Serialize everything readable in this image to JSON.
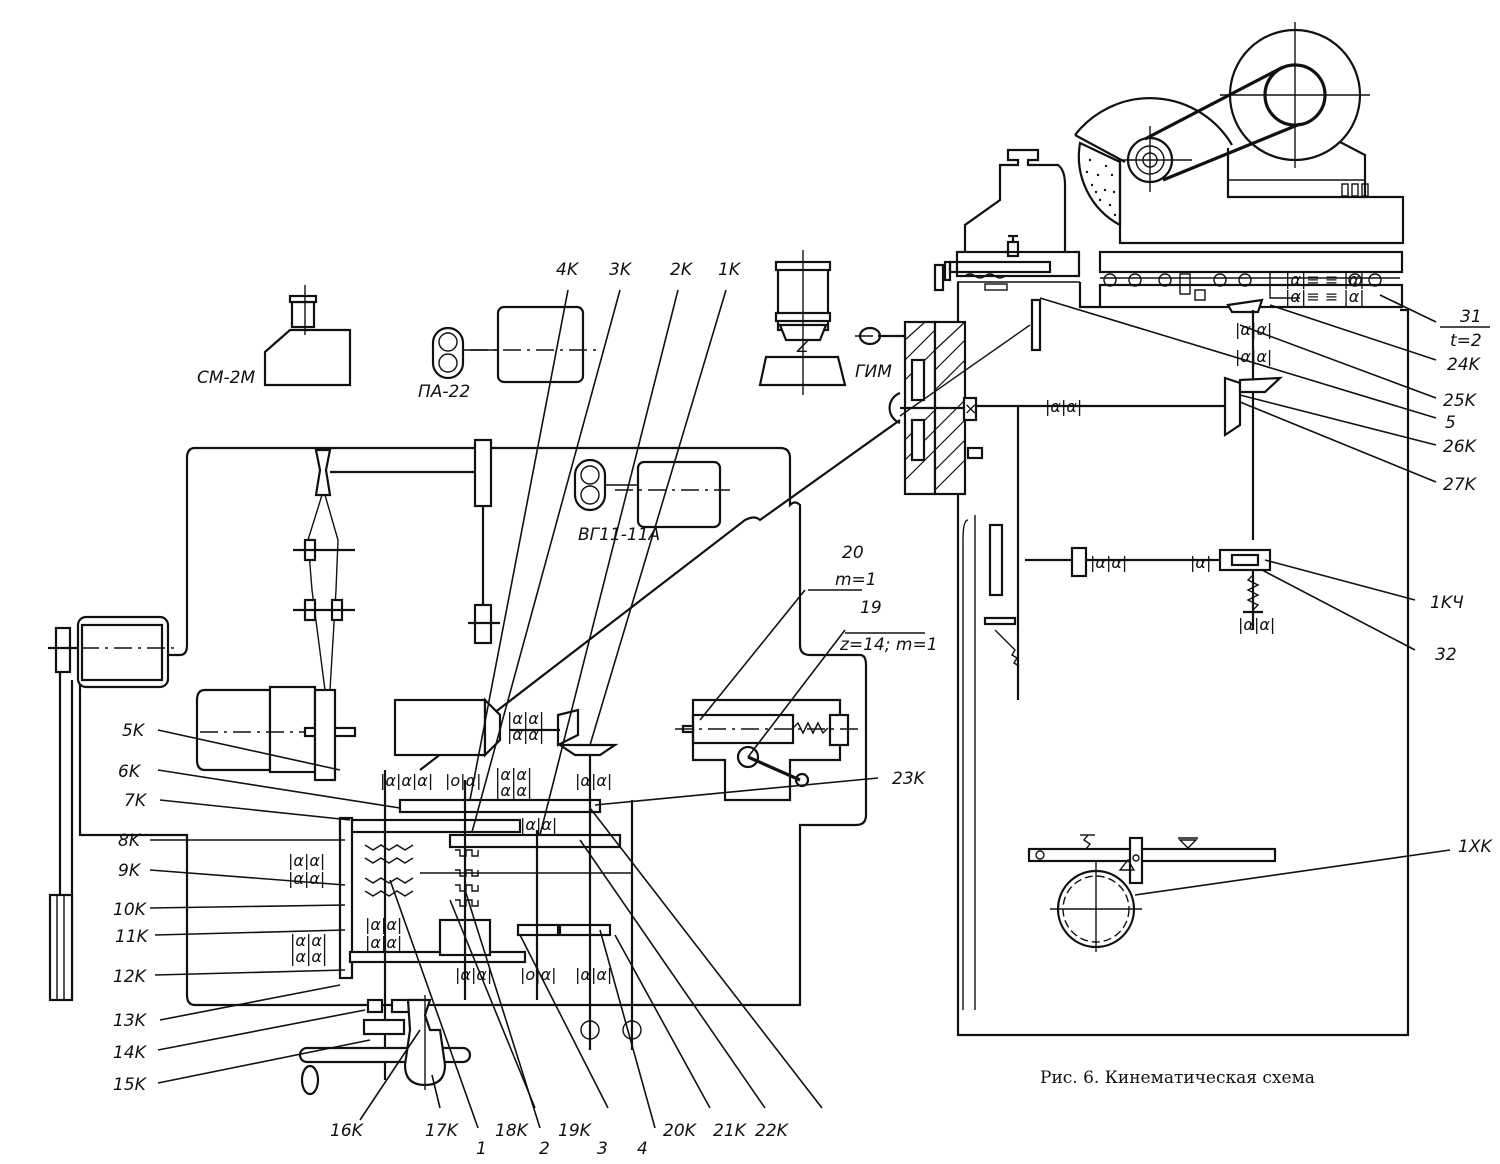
{
  "caption": "Рис. 6. Кинематическая схема",
  "equipment": {
    "sm2m": "СМ-2М",
    "pa22": "ПА-22",
    "vg11": "ВГ11-11А",
    "gim": "ГИМ",
    "z_mark": "Z"
  },
  "top_labels": [
    "4K",
    "3K",
    "2K",
    "1K"
  ],
  "left_labels": [
    "5K",
    "6K",
    "7K",
    "8K",
    "9K",
    "10K",
    "11K",
    "12K",
    "13K",
    "14K",
    "15K"
  ],
  "bottom_labels": {
    "k16": "16K",
    "k17": "17K",
    "n1": "1",
    "k18": "18K",
    "n2": "2",
    "k19": "19K",
    "n3": "3",
    "n4": "4",
    "k20": "20K",
    "k21": "21K",
    "k22": "22K"
  },
  "center_labels": {
    "n20": "20",
    "n20_spec": "m=1",
    "n19": "19",
    "n19_spec": "z=14; m=1",
    "k23": "23K"
  },
  "right_labels": {
    "n31": "31",
    "n31_spec": "t=2",
    "k24": "24K",
    "k25": "25K",
    "n5": "5",
    "k26": "26K",
    "k27": "27K",
    "k1ch": "1KЧ",
    "n32": "32",
    "k1xk": "1XK"
  }
}
